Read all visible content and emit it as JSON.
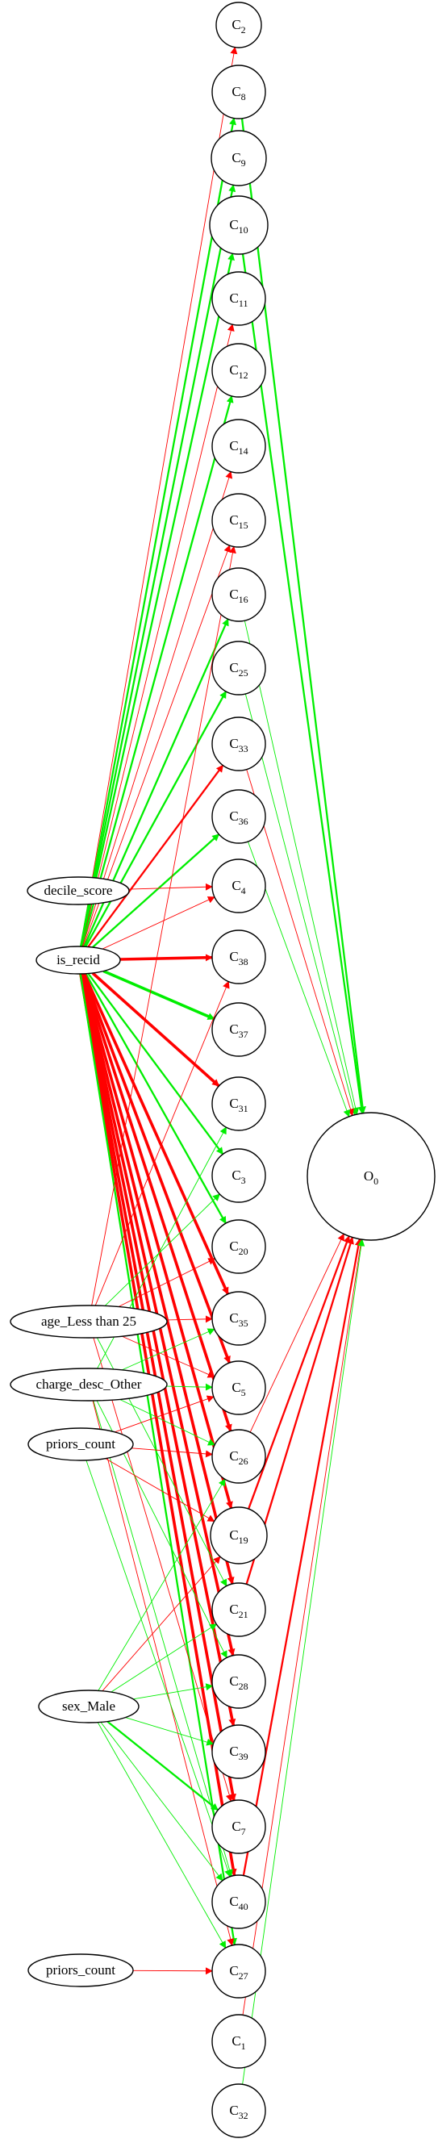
{
  "diagram": {
    "colors": {
      "positive": "#00ee00",
      "negative": "#ff0000",
      "node_stroke": "#000000",
      "background": "#ffffff"
    },
    "nodes": [
      {
        "id": "decile_score",
        "label": "decile_score",
        "shape": "ellipse"
      },
      {
        "id": "is_recid",
        "label": "is_recid",
        "shape": "ellipse"
      },
      {
        "id": "age_lt25",
        "label": "age_Less than 25",
        "shape": "ellipse"
      },
      {
        "id": "charge_other",
        "label": "charge_desc_Other",
        "shape": "ellipse"
      },
      {
        "id": "priors_count_a",
        "label": "priors_count",
        "shape": "ellipse"
      },
      {
        "id": "sex_male",
        "label": "sex_Male",
        "shape": "ellipse"
      },
      {
        "id": "priors_count_b",
        "label": "priors_count",
        "shape": "ellipse"
      },
      {
        "id": "C2",
        "label": "C",
        "sub": "2",
        "shape": "circle"
      },
      {
        "id": "C8",
        "label": "C",
        "sub": "8",
        "shape": "circle"
      },
      {
        "id": "C9",
        "label": "C",
        "sub": "9",
        "shape": "circle"
      },
      {
        "id": "C10",
        "label": "C",
        "sub": "10",
        "shape": "circle"
      },
      {
        "id": "C11",
        "label": "C",
        "sub": "11",
        "shape": "circle"
      },
      {
        "id": "C12",
        "label": "C",
        "sub": "12",
        "shape": "circle"
      },
      {
        "id": "C14",
        "label": "C",
        "sub": "14",
        "shape": "circle"
      },
      {
        "id": "C15",
        "label": "C",
        "sub": "15",
        "shape": "circle"
      },
      {
        "id": "C16",
        "label": "C",
        "sub": "16",
        "shape": "circle"
      },
      {
        "id": "C25",
        "label": "C",
        "sub": "25",
        "shape": "circle"
      },
      {
        "id": "C33",
        "label": "C",
        "sub": "33",
        "shape": "circle"
      },
      {
        "id": "C36",
        "label": "C",
        "sub": "36",
        "shape": "circle"
      },
      {
        "id": "C4",
        "label": "C",
        "sub": "4",
        "shape": "circle"
      },
      {
        "id": "C38",
        "label": "C",
        "sub": "38",
        "shape": "circle"
      },
      {
        "id": "C37",
        "label": "C",
        "sub": "37",
        "shape": "circle"
      },
      {
        "id": "C31",
        "label": "C",
        "sub": "31",
        "shape": "circle"
      },
      {
        "id": "C3",
        "label": "C",
        "sub": "3",
        "shape": "circle"
      },
      {
        "id": "C20",
        "label": "C",
        "sub": "20",
        "shape": "circle"
      },
      {
        "id": "C35",
        "label": "C",
        "sub": "35",
        "shape": "circle"
      },
      {
        "id": "C5",
        "label": "C",
        "sub": "5",
        "shape": "circle"
      },
      {
        "id": "C26",
        "label": "C",
        "sub": "26",
        "shape": "circle"
      },
      {
        "id": "C19",
        "label": "C",
        "sub": "19",
        "shape": "circle"
      },
      {
        "id": "C21",
        "label": "C",
        "sub": "21",
        "shape": "circle"
      },
      {
        "id": "C28",
        "label": "C",
        "sub": "28",
        "shape": "circle"
      },
      {
        "id": "C39",
        "label": "C",
        "sub": "39",
        "shape": "circle"
      },
      {
        "id": "C7",
        "label": "C",
        "sub": "7",
        "shape": "circle"
      },
      {
        "id": "C40",
        "label": "C",
        "sub": "40",
        "shape": "circle"
      },
      {
        "id": "C27",
        "label": "C",
        "sub": "27",
        "shape": "circle"
      },
      {
        "id": "C1",
        "label": "C",
        "sub": "1",
        "shape": "circle"
      },
      {
        "id": "C32",
        "label": "C",
        "sub": "32",
        "shape": "circle"
      },
      {
        "id": "O0",
        "label": "O",
        "sub": "0",
        "shape": "circle"
      }
    ],
    "edges": [
      {
        "from": "is_recid",
        "to": "C2",
        "sign": "negative",
        "weight": 1
      },
      {
        "from": "is_recid",
        "to": "C8",
        "sign": "positive",
        "weight": 2
      },
      {
        "from": "is_recid",
        "to": "C9",
        "sign": "positive",
        "weight": 2
      },
      {
        "from": "is_recid",
        "to": "C10",
        "sign": "positive",
        "weight": 2
      },
      {
        "from": "is_recid",
        "to": "C11",
        "sign": "negative",
        "weight": 1
      },
      {
        "from": "is_recid",
        "to": "C12",
        "sign": "positive",
        "weight": 2
      },
      {
        "from": "is_recid",
        "to": "C14",
        "sign": "negative",
        "weight": 1
      },
      {
        "from": "is_recid",
        "to": "C15",
        "sign": "negative",
        "weight": 1
      },
      {
        "from": "is_recid",
        "to": "C16",
        "sign": "positive",
        "weight": 2
      },
      {
        "from": "is_recid",
        "to": "C25",
        "sign": "positive",
        "weight": 2
      },
      {
        "from": "is_recid",
        "to": "C33",
        "sign": "negative",
        "weight": 2
      },
      {
        "from": "is_recid",
        "to": "C36",
        "sign": "positive",
        "weight": 2
      },
      {
        "from": "is_recid",
        "to": "C4",
        "sign": "negative",
        "weight": 1
      },
      {
        "from": "is_recid",
        "to": "C38",
        "sign": "negative",
        "weight": 3
      },
      {
        "from": "is_recid",
        "to": "C37",
        "sign": "positive",
        "weight": 3
      },
      {
        "from": "is_recid",
        "to": "C31",
        "sign": "negative",
        "weight": 3
      },
      {
        "from": "is_recid",
        "to": "C3",
        "sign": "positive",
        "weight": 2
      },
      {
        "from": "is_recid",
        "to": "C20",
        "sign": "positive",
        "weight": 2
      },
      {
        "from": "is_recid",
        "to": "C35",
        "sign": "negative",
        "weight": 3
      },
      {
        "from": "is_recid",
        "to": "C5",
        "sign": "negative",
        "weight": 3
      },
      {
        "from": "is_recid",
        "to": "C26",
        "sign": "negative",
        "weight": 3
      },
      {
        "from": "is_recid",
        "to": "C19",
        "sign": "negative",
        "weight": 3
      },
      {
        "from": "is_recid",
        "to": "C21",
        "sign": "negative",
        "weight": 3
      },
      {
        "from": "is_recid",
        "to": "C28",
        "sign": "negative",
        "weight": 3
      },
      {
        "from": "is_recid",
        "to": "C39",
        "sign": "negative",
        "weight": 3
      },
      {
        "from": "is_recid",
        "to": "C7",
        "sign": "negative",
        "weight": 3
      },
      {
        "from": "is_recid",
        "to": "C40",
        "sign": "negative",
        "weight": 3
      },
      {
        "from": "is_recid",
        "to": "C27",
        "sign": "positive",
        "weight": 2
      },
      {
        "from": "decile_score",
        "to": "C4",
        "sign": "negative",
        "weight": 1
      },
      {
        "from": "age_lt25",
        "to": "C15",
        "sign": "negative",
        "weight": 1
      },
      {
        "from": "age_lt25",
        "to": "C38",
        "sign": "negative",
        "weight": 1
      },
      {
        "from": "age_lt25",
        "to": "C3",
        "sign": "positive",
        "weight": 1
      },
      {
        "from": "age_lt25",
        "to": "C20",
        "sign": "negative",
        "weight": 1
      },
      {
        "from": "age_lt25",
        "to": "C35",
        "sign": "negative",
        "weight": 1
      },
      {
        "from": "age_lt25",
        "to": "C5",
        "sign": "negative",
        "weight": 1
      },
      {
        "from": "age_lt25",
        "to": "C21",
        "sign": "positive",
        "weight": 1
      },
      {
        "from": "age_lt25",
        "to": "C7",
        "sign": "negative",
        "weight": 1
      },
      {
        "from": "charge_other",
        "to": "C31",
        "sign": "positive",
        "weight": 1
      },
      {
        "from": "charge_other",
        "to": "C35",
        "sign": "positive",
        "weight": 1
      },
      {
        "from": "charge_other",
        "to": "C5",
        "sign": "positive",
        "weight": 1
      },
      {
        "from": "charge_other",
        "to": "C26",
        "sign": "positive",
        "weight": 1
      },
      {
        "from": "charge_other",
        "to": "C28",
        "sign": "positive",
        "weight": 1
      },
      {
        "from": "charge_other",
        "to": "C40",
        "sign": "positive",
        "weight": 1
      },
      {
        "from": "charge_other",
        "to": "C27",
        "sign": "negative",
        "weight": 1
      },
      {
        "from": "priors_count_a",
        "to": "C5",
        "sign": "negative",
        "weight": 1
      },
      {
        "from": "priors_count_a",
        "to": "C26",
        "sign": "negative",
        "weight": 1
      },
      {
        "from": "priors_count_a",
        "to": "C19",
        "sign": "negative",
        "weight": 1
      },
      {
        "from": "priors_count_a",
        "to": "C40",
        "sign": "positive",
        "weight": 1
      },
      {
        "from": "sex_male",
        "to": "C26",
        "sign": "positive",
        "weight": 1
      },
      {
        "from": "sex_male",
        "to": "C19",
        "sign": "negative",
        "weight": 1
      },
      {
        "from": "sex_male",
        "to": "C21",
        "sign": "positive",
        "weight": 1
      },
      {
        "from": "sex_male",
        "to": "C28",
        "sign": "positive",
        "weight": 1
      },
      {
        "from": "sex_male",
        "to": "C39",
        "sign": "positive",
        "weight": 1
      },
      {
        "from": "sex_male",
        "to": "C7",
        "sign": "positive",
        "weight": 2
      },
      {
        "from": "sex_male",
        "to": "C40",
        "sign": "positive",
        "weight": 1
      },
      {
        "from": "sex_male",
        "to": "C27",
        "sign": "positive",
        "weight": 1
      },
      {
        "from": "priors_count_b",
        "to": "C27",
        "sign": "negative",
        "weight": 1
      },
      {
        "from": "C8",
        "to": "O0",
        "sign": "positive",
        "weight": 2
      },
      {
        "from": "C10",
        "to": "O0",
        "sign": "positive",
        "weight": 2
      },
      {
        "from": "C25",
        "to": "O0",
        "sign": "positive",
        "weight": 1
      },
      {
        "from": "C16",
        "to": "O0",
        "sign": "positive",
        "weight": 1
      },
      {
        "from": "C33",
        "to": "O0",
        "sign": "negative",
        "weight": 1
      },
      {
        "from": "C36",
        "to": "O0",
        "sign": "positive",
        "weight": 1
      },
      {
        "from": "C26",
        "to": "O0",
        "sign": "negative",
        "weight": 1
      },
      {
        "from": "C19",
        "to": "O0",
        "sign": "negative",
        "weight": 2
      },
      {
        "from": "C21",
        "to": "O0",
        "sign": "negative",
        "weight": 2
      },
      {
        "from": "C40",
        "to": "O0",
        "sign": "negative",
        "weight": 2
      },
      {
        "from": "C1",
        "to": "O0",
        "sign": "negative",
        "weight": 1
      },
      {
        "from": "C32",
        "to": "O0",
        "sign": "positive",
        "weight": 1
      }
    ]
  }
}
